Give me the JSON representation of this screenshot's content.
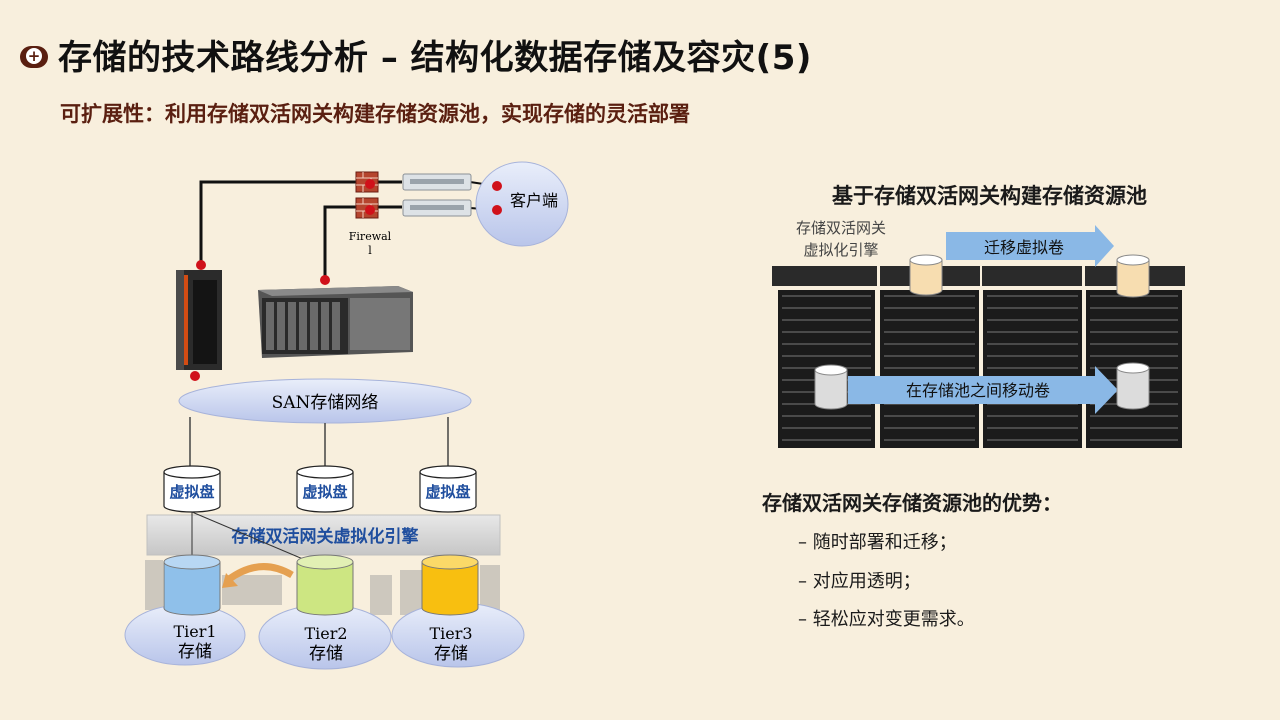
{
  "title": "存储的技术路线分析 – 结构化数据存储及容灾(5)",
  "subtitle": "可扩展性：利用存储双活网关构建存储资源池，实现存储的灵活部署",
  "left_diagram": {
    "client_label": "客户端",
    "firewall_label_line1": "Firewal",
    "firewall_label_line2": "l",
    "san_label": "SAN存储网络",
    "virtual_disks": [
      "虚拟盘",
      "虚拟盘",
      "虚拟盘"
    ],
    "engine_label": "存储双活网关虚拟化引擎",
    "tiers": [
      {
        "name": "Tier1",
        "sub": "存储",
        "color": "#8fc0ea"
      },
      {
        "name": "Tier2",
        "sub": "存储",
        "color": "#cde682"
      },
      {
        "name": "Tier3",
        "sub": "存储",
        "color": "#f8bf10"
      }
    ]
  },
  "right_panel": {
    "heading": "基于存储双活网关构建存储资源池",
    "engine_label_line1": "存储双活网关",
    "engine_label_line2": "虚拟化引擎",
    "arrow_migrate": "迁移虚拟卷",
    "arrow_move": "在存储池之间移动卷"
  },
  "advantages": {
    "title": "存储双活网关存储资源池的优势：",
    "items": [
      "– 随时部署和迁移；",
      "– 对应用透明；",
      "– 轻松应对变更需求。"
    ]
  },
  "colors": {
    "accent": "#5a1f10",
    "background": "#f8efdd",
    "arrow": "#8ab8e6"
  }
}
